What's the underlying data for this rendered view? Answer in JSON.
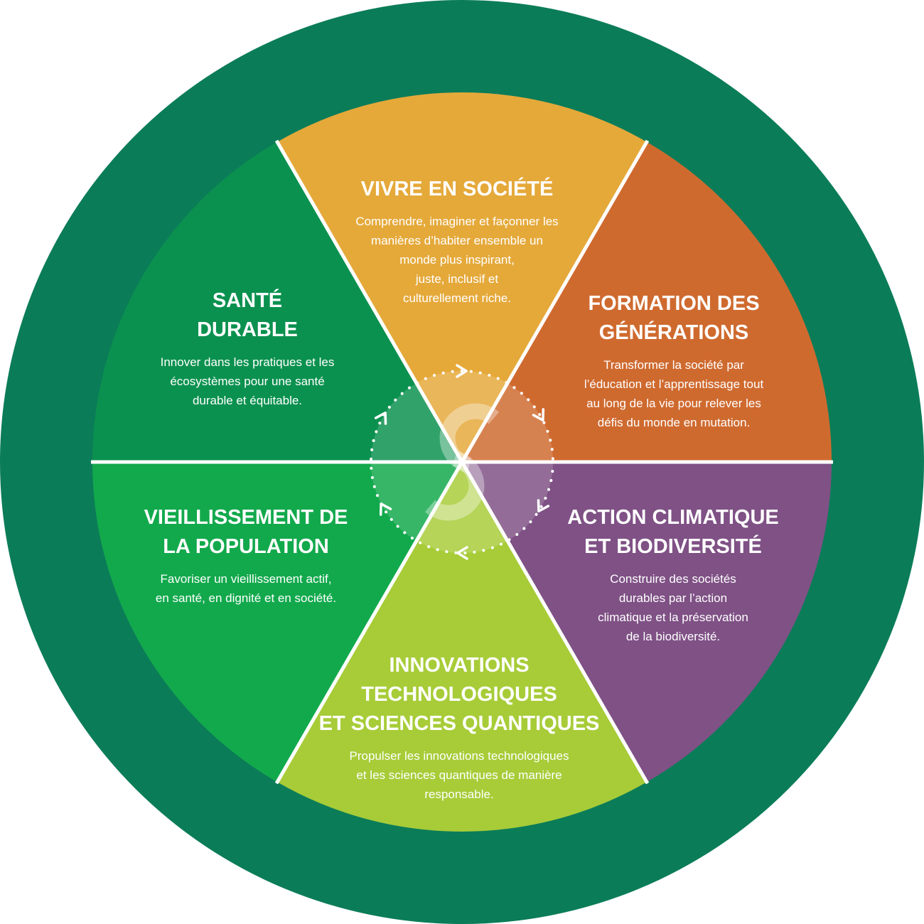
{
  "colors": {
    "ring": "#0b7c58",
    "divider": "#ffffff",
    "cycle_dots": "#ffffff",
    "center_mark": "#ffffff"
  },
  "segments": [
    {
      "id": "vivre-en-societe",
      "color": "#e5a93a",
      "title_lines": [
        "VIVRE EN SOCIÉTÉ"
      ],
      "desc_lines": [
        "Comprendre, imaginer et façonner les",
        "manières d’habiter ensemble un",
        "monde plus inspirant,",
        "juste, inclusif et",
        "culturellement riche."
      ]
    },
    {
      "id": "formation-des-generations",
      "color": "#cf6a2f",
      "title_lines": [
        "FORMATION DES",
        "GÉNÉRATIONS"
      ],
      "desc_lines": [
        "Transformer la société par",
        "l’éducation et l’apprentissage tout",
        "au long de la vie pour relever les",
        "défis du monde en mutation."
      ]
    },
    {
      "id": "action-climatique",
      "color": "#7f5185",
      "title_lines": [
        "ACTION CLIMATIQUE",
        "ET BIODIVERSITÉ"
      ],
      "desc_lines": [
        "Construire des sociétés",
        "durables par l’action",
        "climatique et la préservation",
        "de la biodiversité."
      ]
    },
    {
      "id": "innovations-technologiques",
      "color": "#a7cc38",
      "title_lines": [
        "INNOVATIONS",
        "TECHNOLOGIQUES",
        "ET SCIENCES QUANTIQUES"
      ],
      "desc_lines": [
        "Propulser les innovations technologiques",
        "et les sciences quantiques de manière",
        "responsable."
      ]
    },
    {
      "id": "vieillissement-population",
      "color": "#12a94c",
      "title_lines": [
        "VIEILLISSEMENT DE",
        "LA POPULATION"
      ],
      "desc_lines": [
        "Favoriser un vieillissement actif,",
        "en santé, en dignité et en société."
      ]
    },
    {
      "id": "sante-durable",
      "color": "#0b914f",
      "title_lines": [
        "SANTÉ",
        "DURABLE"
      ],
      "desc_lines": [
        "Innover dans les pratiques et les",
        "écosystèmes pour une santé",
        "durable et équitable."
      ]
    }
  ]
}
